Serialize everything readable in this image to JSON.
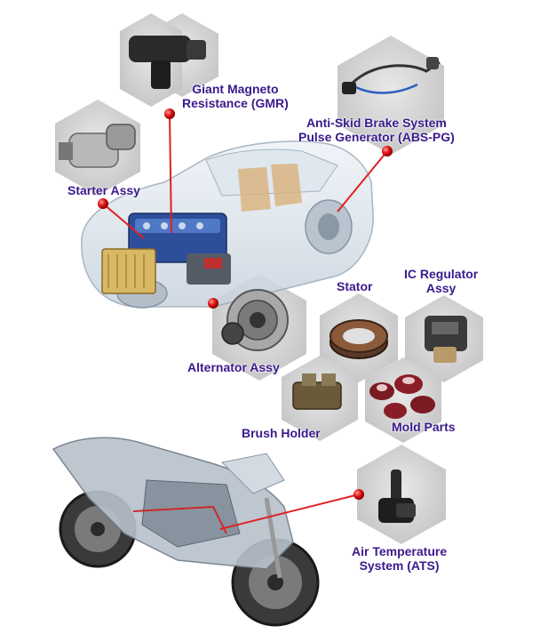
{
  "diagram": {
    "labels": {
      "gmr": [
        "Giant Magneto",
        "Resistance (GMR)"
      ],
      "abs": [
        "Anti-Skid Brake System",
        "Pulse Generator (ABS-PG)"
      ],
      "starter": "Starter Assy",
      "stator": "Stator",
      "ic_regulator": [
        "IC Regulator",
        "Assy"
      ],
      "alternator": "Alternator Assy",
      "brush_holder": "Brush Holder",
      "mold_parts": "Mold Parts",
      "ats": [
        "Air Temperature",
        "System (ATS)"
      ]
    },
    "colors": {
      "label_text": "#3a1a8c",
      "connector_line": "#e02020",
      "connector_dot": "#e01010",
      "hex_background": "#d2d2d2"
    }
  }
}
